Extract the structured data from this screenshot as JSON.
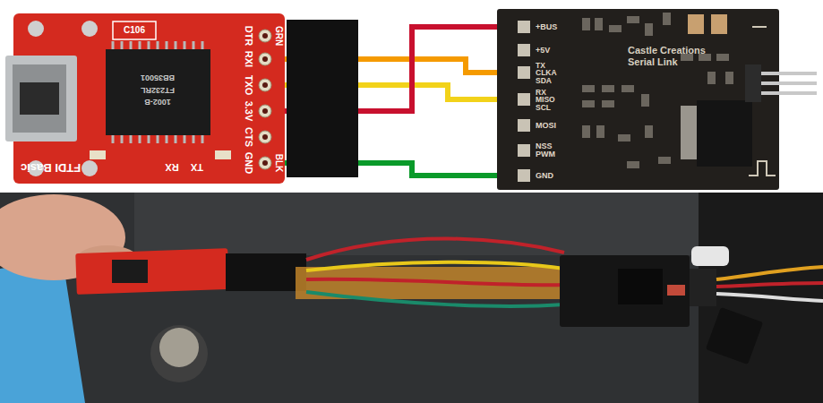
{
  "diagram": {
    "nodes": [
      {
        "text": [
          "FTDI Basic"
        ]
      },
      {
        "text": [
          "Castle Creations Serial Link"
        ]
      }
    ],
    "edges": [
      {
        "from": 0,
        "to": 1,
        "arrow": "none"
      },
      {
        "from": 0,
        "to": 1,
        "arrow": "none"
      },
      {
        "from": 0,
        "to": 1,
        "arrow": "none"
      },
      {
        "from": 0,
        "to": 1,
        "arrow": "none"
      }
    ],
    "labels": [
      "C106",
      "FT232RL",
      "1002-B",
      "BB35001",
      "DTR",
      "RXI",
      "TXO",
      "3.3V",
      "CTS",
      "GND",
      "GRN",
      "BLK",
      "TX",
      "RX",
      "+BUS",
      "+5V",
      "TX CLKA SDA",
      "RX MISO SCL",
      "MOSI",
      "NSS PWM",
      "GND"
    ]
  }
}
